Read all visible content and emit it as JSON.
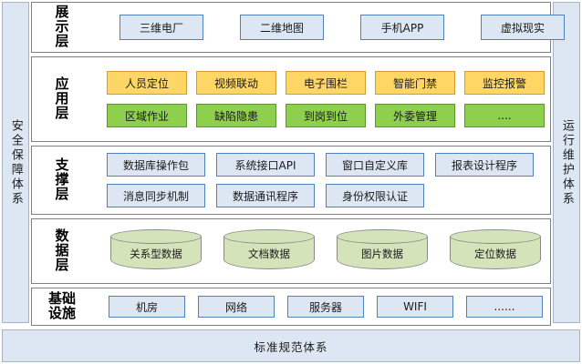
{
  "diagram": {
    "left_rail": {
      "label": "安全保障体系"
    },
    "right_rail": {
      "label": "运行维护体系"
    },
    "bottom_bar": {
      "label": "标准规范体系"
    },
    "colors": {
      "pale_blue_fill": "#dde7f3",
      "blue_border": "#4f81bd",
      "yellow_fill": "#fdd666",
      "yellow_border": "#d99b30",
      "green_fill": "#8ecf4d",
      "green_border": "#5f9530",
      "cylinder_fill": "#d5e3bb",
      "cylinder_border": "#8a8a8a",
      "layer_border": "#7f7f7f",
      "rail_border": "#a6b4c4"
    },
    "layers": [
      {
        "id": "presentation",
        "label": "展示层",
        "rows": [
          {
            "style": "blue",
            "items": [
              "三维电厂",
              "二维地图",
              "手机APP",
              "虚拟现实"
            ]
          }
        ]
      },
      {
        "id": "application",
        "label": "应用层",
        "rows": [
          {
            "style": "yellow",
            "items": [
              "人员定位",
              "视频联动",
              "电子围栏",
              "智能门禁",
              "监控报警"
            ]
          },
          {
            "style": "green",
            "items": [
              "区域作业",
              "缺陷隐患",
              "到岗到位",
              "外委管理",
              "...."
            ]
          }
        ]
      },
      {
        "id": "support",
        "label": "支撑层",
        "rows": [
          {
            "style": "blue",
            "items": [
              "数据库操作包",
              "系统接口API",
              "窗口自定义库",
              "报表设计程序"
            ]
          },
          {
            "style": "blue",
            "items": [
              "消息同步机制",
              "数据通讯程序",
              "身份权限认证"
            ]
          }
        ]
      },
      {
        "id": "data",
        "label": "数据层",
        "rows": [
          {
            "style": "cylinder",
            "items": [
              "关系型数据",
              "文档数据",
              "图片数据",
              "定位数据"
            ]
          }
        ]
      },
      {
        "id": "infrastructure",
        "label": "基础设施",
        "rows": [
          {
            "style": "blue",
            "items": [
              "机房",
              "网络",
              "服务器",
              "WIFI",
              "......"
            ]
          }
        ]
      }
    ]
  }
}
